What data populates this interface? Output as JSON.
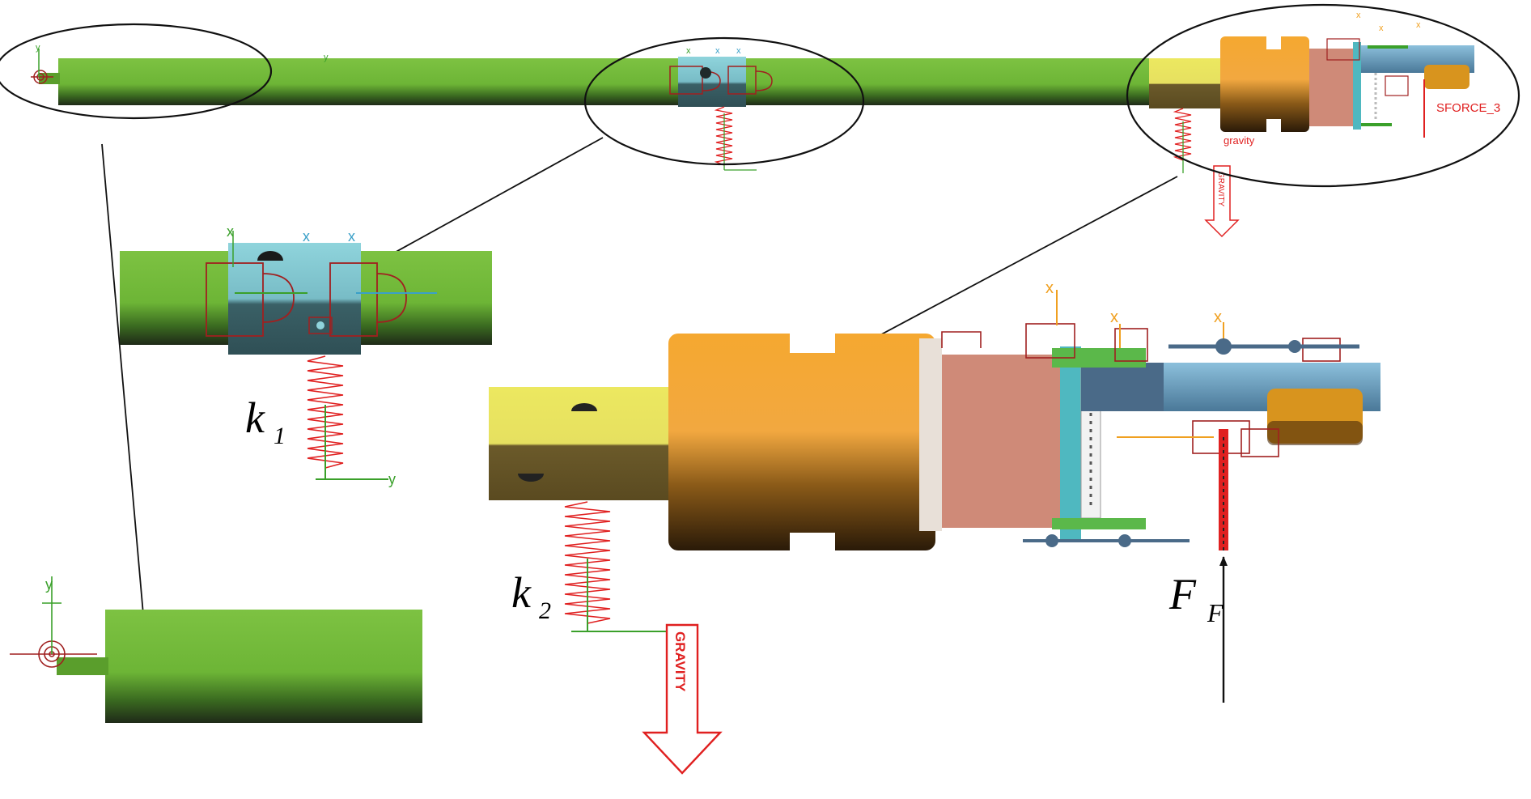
{
  "labels": {
    "k1_main": "k",
    "k1_sub": "1",
    "k2_main": "k",
    "k2_sub": "2",
    "ff_main": "F",
    "ff_sub": "F",
    "sforce": "SFORCE_3",
    "gravity_small": "gravity",
    "gravity_arrow": "GRAVITY",
    "axis_y": "y",
    "axis_x": "x"
  },
  "colors": {
    "shaft_light": "#7dc242",
    "shaft_mid": "#5a9e2c",
    "shaft_dark": "#1f2a18",
    "coupling_light": "#8fd4dc",
    "coupling_dark": "#2f4f55",
    "motor_light": "#f5b040",
    "motor_dark": "#2a1a08",
    "block_yellow": "#ece860",
    "block_olive": "#6b5a2a",
    "gear_pink": "#cf8a78",
    "arm_blue": "#6fa8c8",
    "spring_red": "#e02020",
    "marker_red": "#a02020",
    "marker_green": "#3aa02a",
    "marker_orange": "#f0a020"
  },
  "icons": [
    "spring-icon",
    "gravity-arrow-icon",
    "coordinate-marker-icon",
    "force-arrow-icon"
  ]
}
